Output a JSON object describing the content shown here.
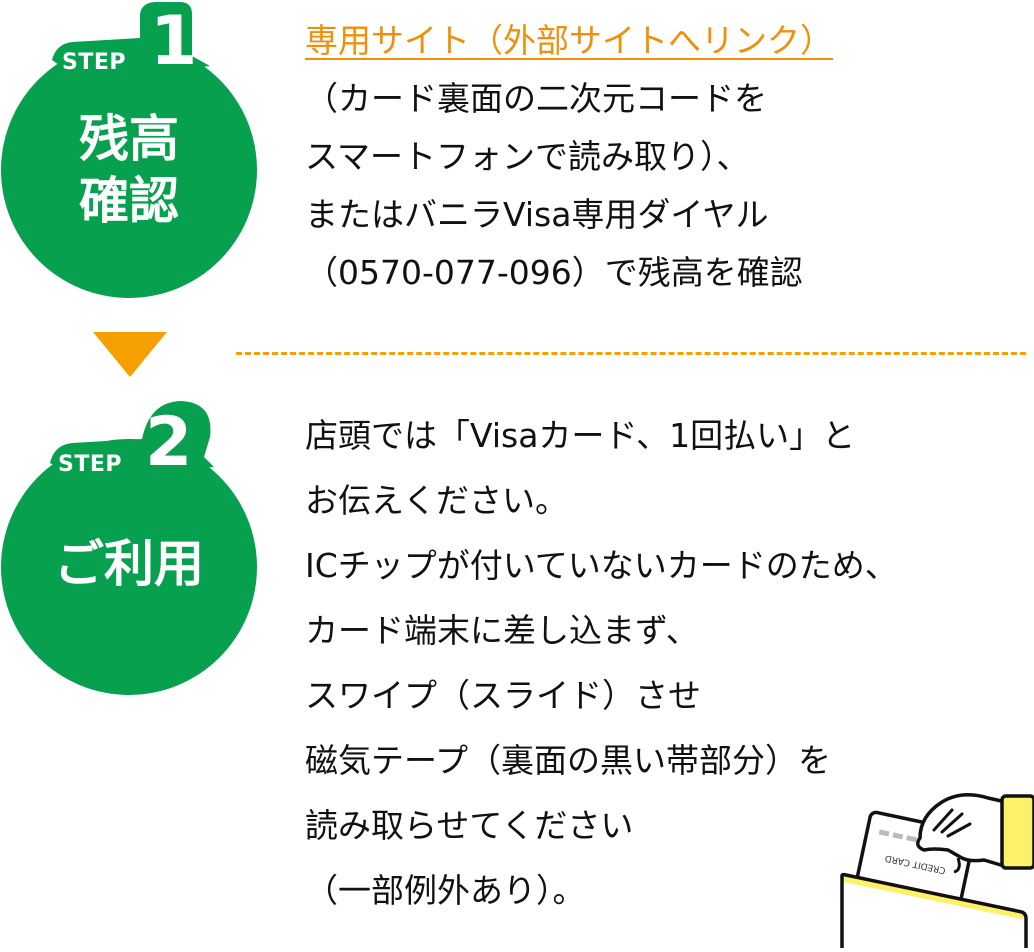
{
  "colors": {
    "badge_green": "#06a04e",
    "accent_orange": "#f5a000",
    "link_orange": "#f0900a",
    "sleeve_yellow": "#fff06a"
  },
  "steps": [
    {
      "step_label": "STEP",
      "step_number": "1",
      "title": "残高\n確認",
      "lines": {
        "link": "専用サイト（外部サイトへリンク）",
        "l1": "（カード裏面の二次元コードを",
        "l2": "スマートフォンで読み取り）、",
        "l3": "またはバニラVisa専用ダイヤル",
        "l4": "（0570-077-096）で残高を確認"
      }
    },
    {
      "step_label": "STEP",
      "step_number": "2",
      "title": "ご利用",
      "lines": {
        "l1": "店頭では「Visaカード、1回払い」と",
        "l2": "お伝えください。",
        "l3": "ICチップが付いていないカードのため、",
        "l4": "カード端末に差し込まず、",
        "l5": "スワイプ（スライド）させ",
        "l6": "磁気テープ（裏面の黒い帯部分）を",
        "l7": "読み取らせてください",
        "l8": "（一部例外あり）。"
      }
    }
  ],
  "illustration": {
    "card_text": "CREDIT CARD"
  }
}
